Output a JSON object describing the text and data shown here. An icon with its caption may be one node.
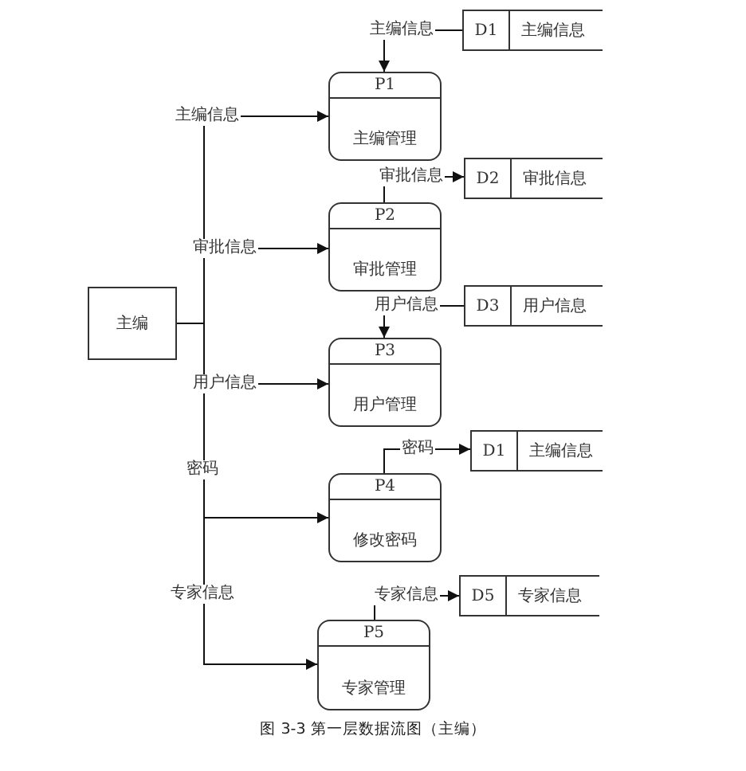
{
  "diagram": {
    "caption": "图 3-3 第一层数据流图（主编）",
    "nodes": [
      {
        "text": [
          "主编"
        ]
      },
      {
        "text": [
          "P1",
          "主编管理"
        ]
      },
      {
        "text": [
          "D1",
          "主编信息"
        ]
      },
      {
        "text": [
          "P2",
          "审批管理"
        ]
      },
      {
        "text": [
          "D2",
          "审批信息"
        ]
      },
      {
        "text": [
          "P3",
          "用户管理"
        ]
      },
      {
        "text": [
          "D3",
          "用户信息"
        ]
      },
      {
        "text": [
          "P4",
          "修改密码"
        ]
      },
      {
        "text": [
          "D1",
          "主编信息"
        ]
      },
      {
        "text": [
          "P5",
          "专家管理"
        ]
      },
      {
        "text": [
          "D5",
          "专家信息"
        ]
      }
    ],
    "edges": [
      {
        "from": 0,
        "to": 1,
        "arrow": "to",
        "label": "主编信息"
      },
      {
        "from": 0,
        "to": 3,
        "arrow": "to",
        "label": "审批信息"
      },
      {
        "from": 0,
        "to": 5,
        "arrow": "to",
        "label": "用户信息"
      },
      {
        "from": 0,
        "to": 7,
        "arrow": "to",
        "label": "密码"
      },
      {
        "from": 0,
        "to": 9,
        "arrow": "to",
        "label": "专家信息"
      },
      {
        "from": 2,
        "to": 1,
        "arrow": "to",
        "label": "主编信息"
      },
      {
        "from": 3,
        "to": 4,
        "arrow": "to",
        "label": "审批信息"
      },
      {
        "from": 6,
        "to": 5,
        "arrow": "to",
        "label": "用户信息"
      },
      {
        "from": 7,
        "to": 8,
        "arrow": "to",
        "label": "密码"
      },
      {
        "from": 9,
        "to": 10,
        "arrow": "to",
        "label": "专家信息"
      }
    ]
  }
}
